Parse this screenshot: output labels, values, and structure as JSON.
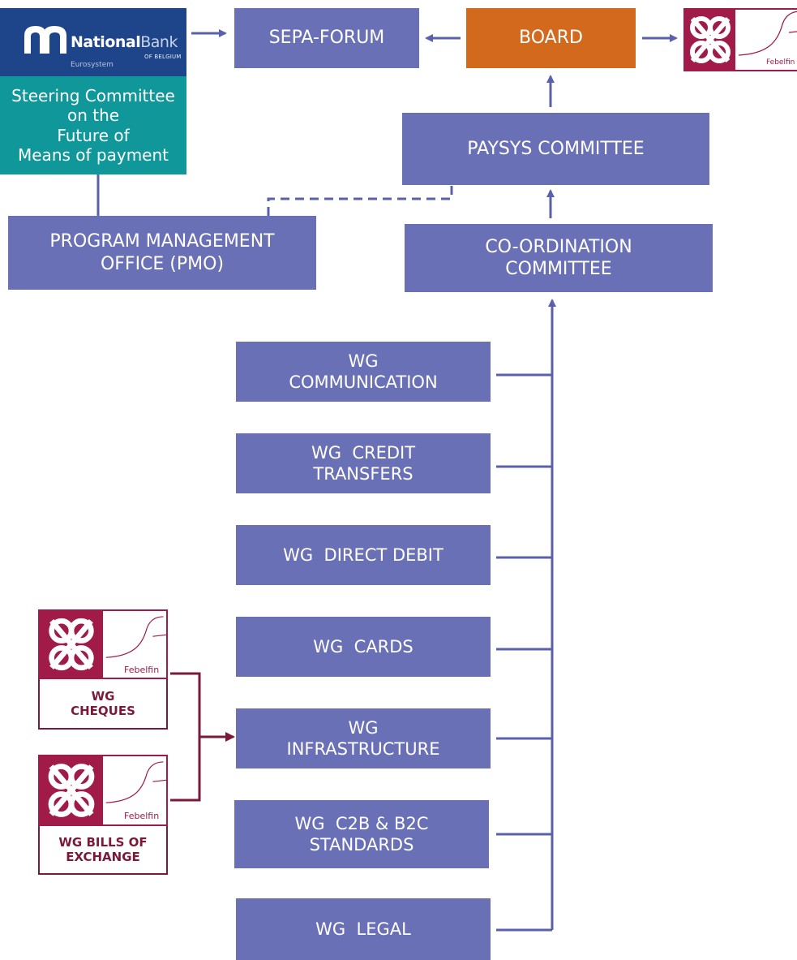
{
  "colors": {
    "box_fill": "#6a70b6",
    "board_fill": "#d2691c",
    "steering_fill": "#10979a",
    "nbb_blue": "#1e4489",
    "febelfin_red": "#a01b47",
    "febelfin_caption": "#7a1a3a",
    "connector": "#5b60ad",
    "febelfin_connector": "#7a1a3a"
  },
  "logos": {
    "nbb": {
      "name_bold": "National",
      "name_light": "Bank",
      "sub": "OF BELGIUM",
      "tag": "Eurosystem"
    },
    "febelfin": {
      "label": "Febelfin"
    }
  },
  "steering": {
    "lines": [
      "Steering Committee",
      "on the",
      "Future of",
      "Means of payment"
    ]
  },
  "boxes": {
    "sepa_forum": {
      "lines": [
        "SEPA-FORUM"
      ]
    },
    "board": {
      "lines": [
        "BOARD"
      ]
    },
    "paysys": {
      "lines": [
        "PAYSYS COMMITTEE"
      ]
    },
    "pmo": {
      "lines": [
        "PROGRAM MANAGEMENT",
        "OFFICE (PMO)"
      ]
    },
    "coordination": {
      "lines": [
        "CO-ORDINATION",
        "COMMITTEE"
      ]
    },
    "wg_communication": {
      "lines": [
        "WG",
        "COMMUNICATION"
      ]
    },
    "wg_credit": {
      "lines": [
        "WG  CREDIT",
        "TRANSFERS"
      ]
    },
    "wg_direct_debit": {
      "lines": [
        "WG  DIRECT DEBIT"
      ]
    },
    "wg_cards": {
      "lines": [
        "WG  CARDS"
      ]
    },
    "wg_infrastructure": {
      "lines": [
        "WG",
        "INFRASTRUCTURE"
      ]
    },
    "wg_c2b": {
      "lines": [
        "WG  C2B & B2C",
        "STANDARDS"
      ]
    },
    "wg_legal": {
      "lines": [
        "WG  LEGAL"
      ]
    }
  },
  "febelfin_groups": {
    "cheques": {
      "lines": [
        "WG",
        "CHEQUES"
      ]
    },
    "bills": {
      "lines": [
        "WG BILLS OF",
        "EXCHANGE"
      ]
    }
  }
}
